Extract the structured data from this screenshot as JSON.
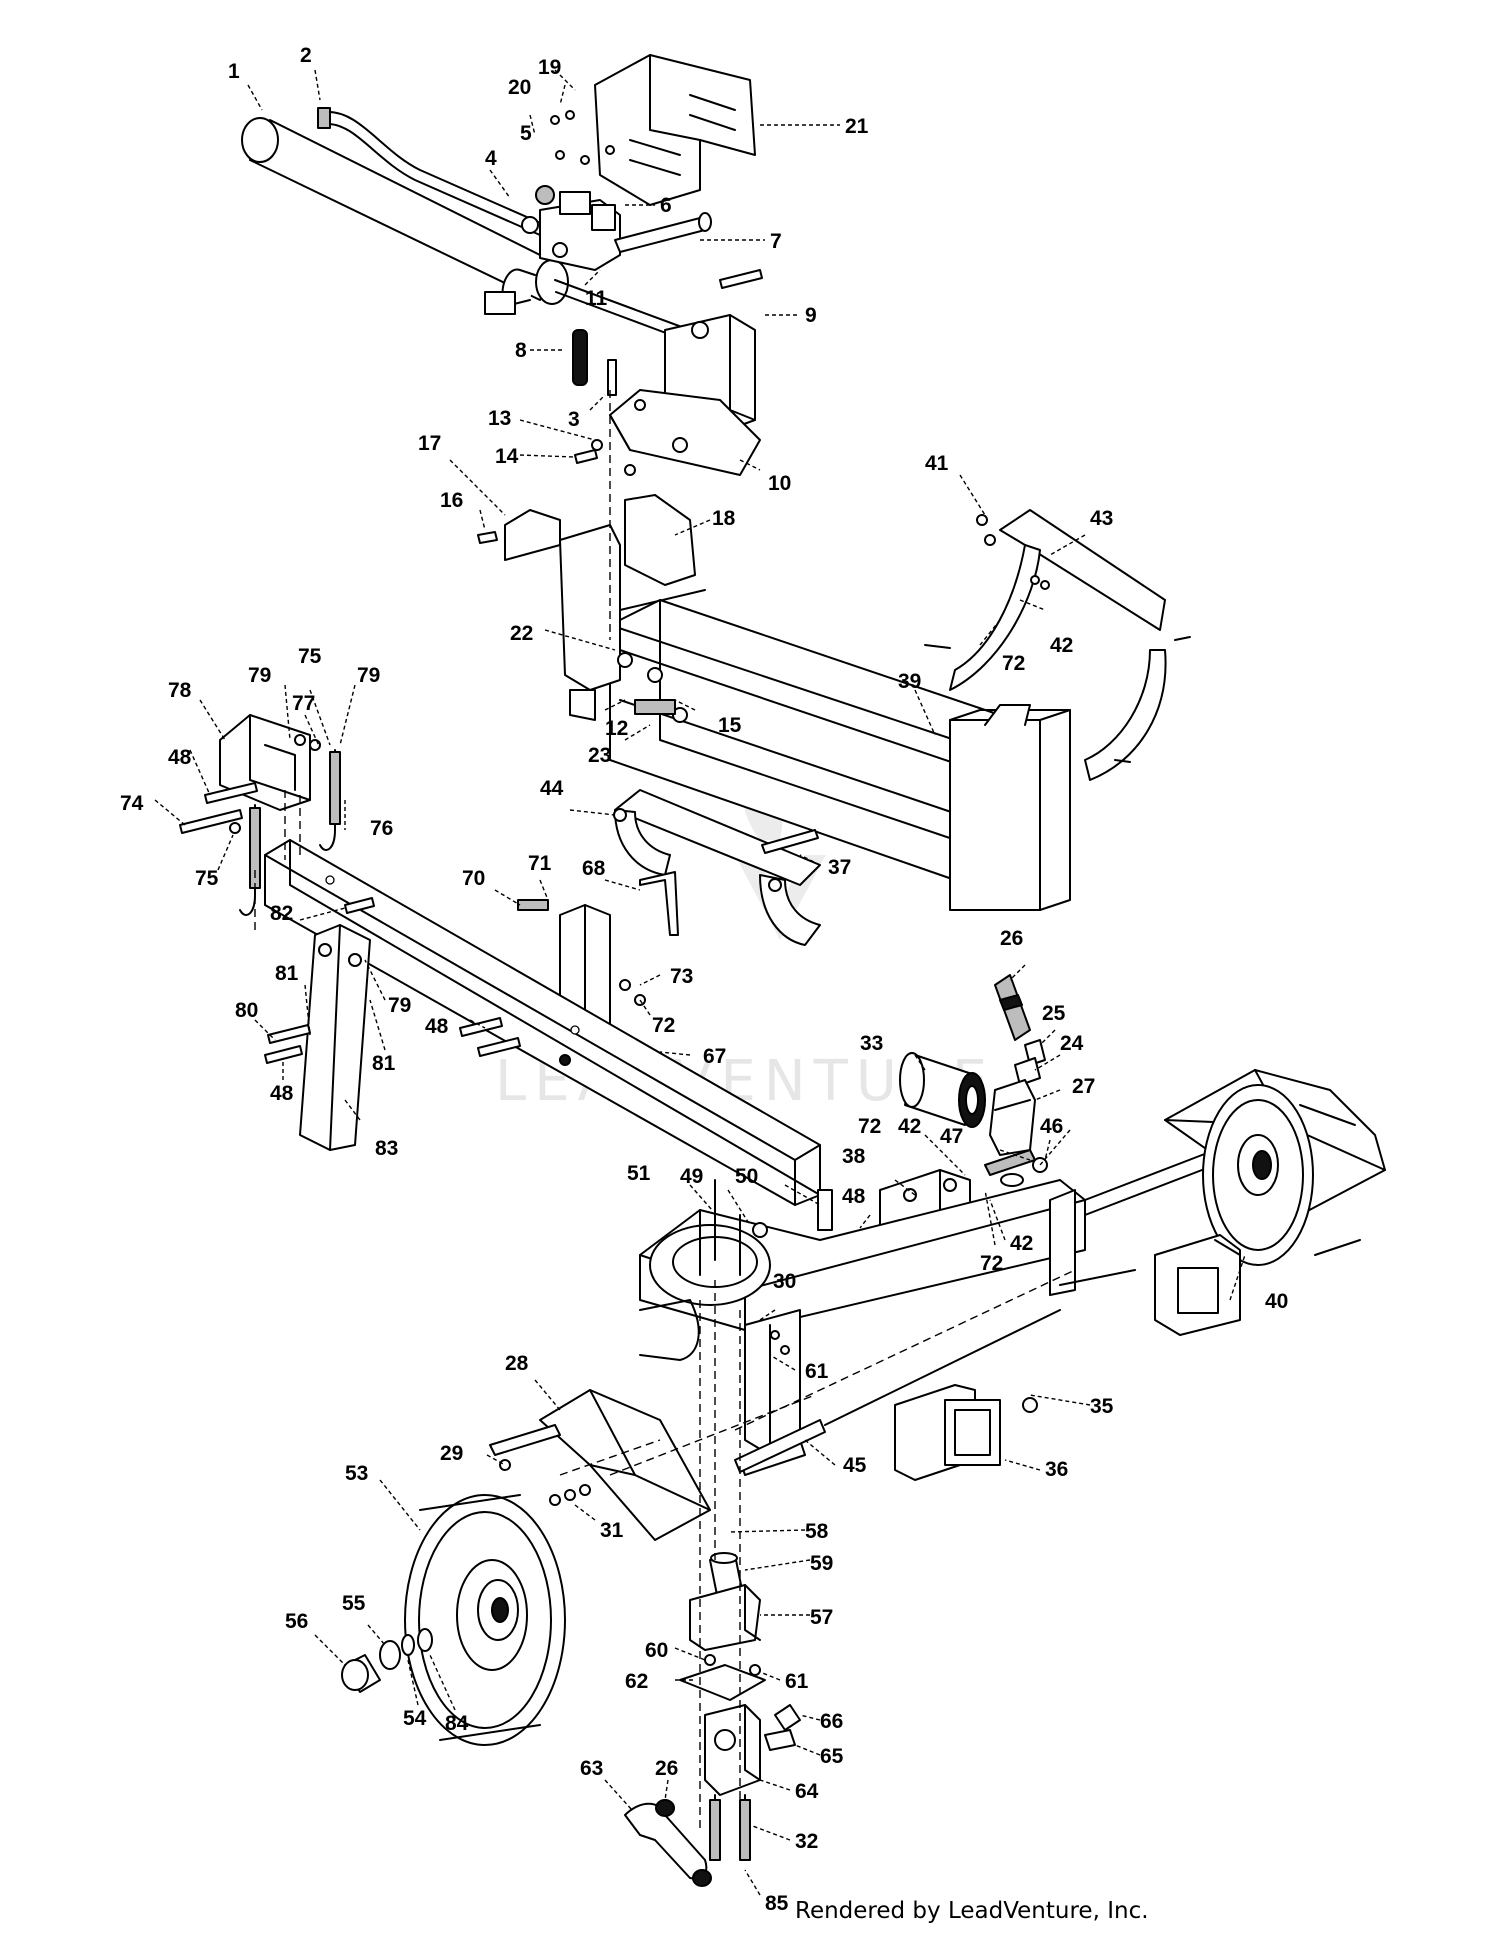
{
  "watermark": {
    "text": "LEADVENTURE"
  },
  "footer": {
    "text": "Rendered by LeadVenture, Inc."
  },
  "callouts": [
    {
      "label": "1"
    },
    {
      "label": "2"
    },
    {
      "label": "19"
    },
    {
      "label": "20"
    },
    {
      "label": "21"
    },
    {
      "label": "5"
    },
    {
      "label": "4"
    },
    {
      "label": "6"
    },
    {
      "label": "7"
    },
    {
      "label": "11"
    },
    {
      "label": "9"
    },
    {
      "label": "8"
    },
    {
      "label": "3"
    },
    {
      "label": "13"
    },
    {
      "label": "14"
    },
    {
      "label": "10"
    },
    {
      "label": "17"
    },
    {
      "label": "16"
    },
    {
      "label": "18"
    },
    {
      "label": "41"
    },
    {
      "label": "43"
    },
    {
      "label": "42"
    },
    {
      "label": "72"
    },
    {
      "label": "22"
    },
    {
      "label": "12"
    },
    {
      "label": "15"
    },
    {
      "label": "23"
    },
    {
      "label": "39"
    },
    {
      "label": "78"
    },
    {
      "label": "79"
    },
    {
      "label": "77"
    },
    {
      "label": "75"
    },
    {
      "label": "79"
    },
    {
      "label": "48"
    },
    {
      "label": "74"
    },
    {
      "label": "76"
    },
    {
      "label": "75"
    },
    {
      "label": "44"
    },
    {
      "label": "37"
    },
    {
      "label": "68"
    },
    {
      "label": "71"
    },
    {
      "label": "70"
    },
    {
      "label": "82"
    },
    {
      "label": "73"
    },
    {
      "label": "72"
    },
    {
      "label": "81"
    },
    {
      "label": "80"
    },
    {
      "label": "79"
    },
    {
      "label": "48"
    },
    {
      "label": "81"
    },
    {
      "label": "48"
    },
    {
      "label": "83"
    },
    {
      "label": "67"
    },
    {
      "label": "26"
    },
    {
      "label": "25"
    },
    {
      "label": "24"
    },
    {
      "label": "33"
    },
    {
      "label": "27"
    },
    {
      "label": "72"
    },
    {
      "label": "42"
    },
    {
      "label": "47"
    },
    {
      "label": "46"
    },
    {
      "label": "51"
    },
    {
      "label": "49"
    },
    {
      "label": "50"
    },
    {
      "label": "38"
    },
    {
      "label": "48"
    },
    {
      "label": "42"
    },
    {
      "label": "72"
    },
    {
      "label": "40"
    },
    {
      "label": "30"
    },
    {
      "label": "61"
    },
    {
      "label": "28"
    },
    {
      "label": "35"
    },
    {
      "label": "29"
    },
    {
      "label": "53"
    },
    {
      "label": "31"
    },
    {
      "label": "45"
    },
    {
      "label": "36"
    },
    {
      "label": "58"
    },
    {
      "label": "59"
    },
    {
      "label": "57"
    },
    {
      "label": "56"
    },
    {
      "label": "55"
    },
    {
      "label": "60"
    },
    {
      "label": "62"
    },
    {
      "label": "61"
    },
    {
      "label": "66"
    },
    {
      "label": "54"
    },
    {
      "label": "84"
    },
    {
      "label": "65"
    },
    {
      "label": "64"
    },
    {
      "label": "63"
    },
    {
      "label": "26"
    },
    {
      "label": "32"
    },
    {
      "label": "85"
    }
  ]
}
